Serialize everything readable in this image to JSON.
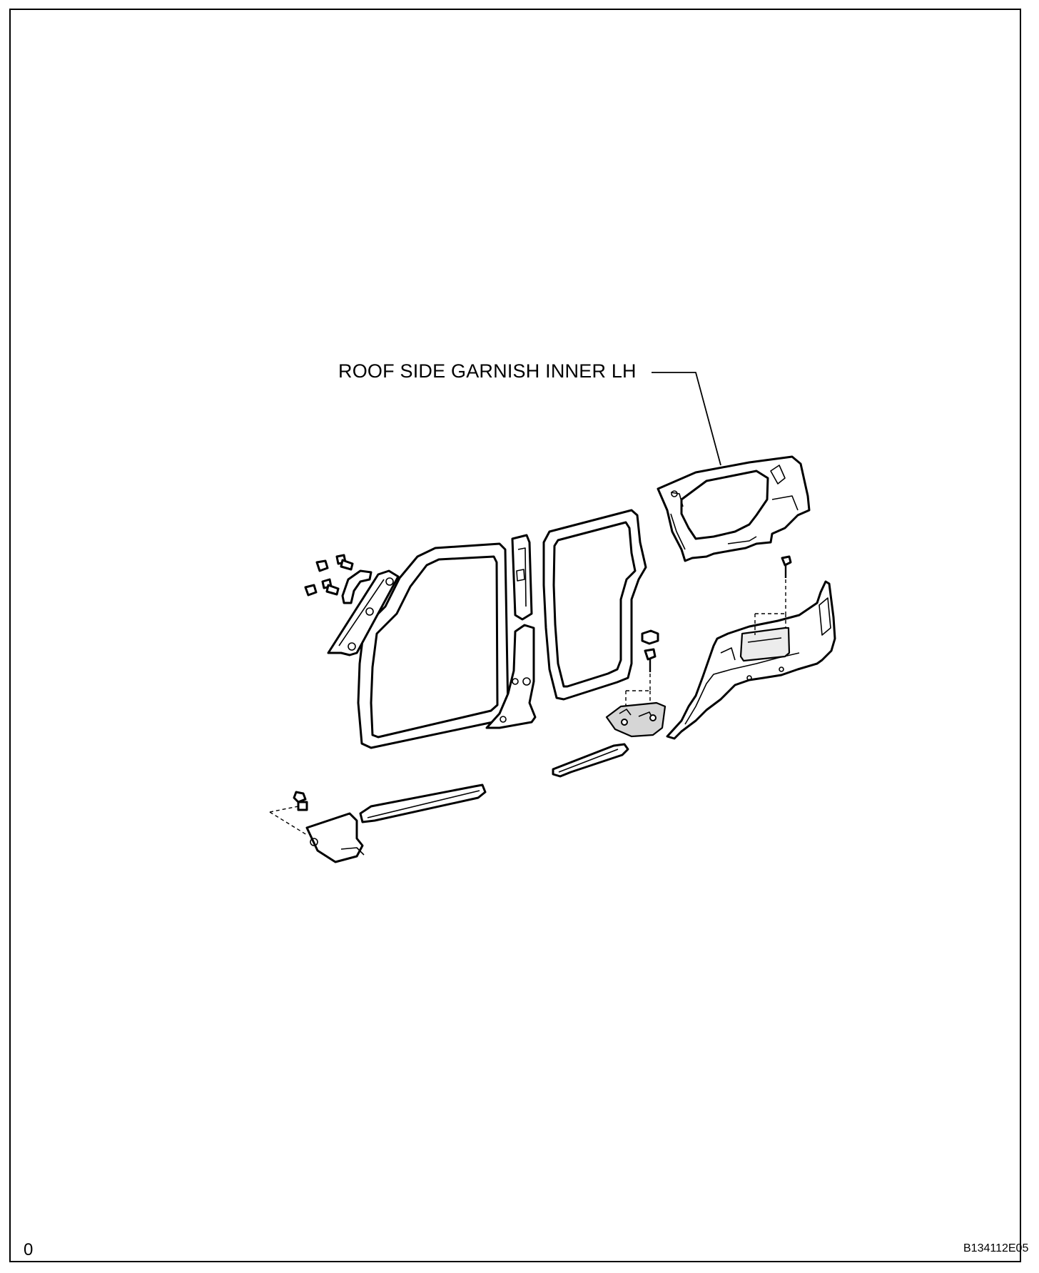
{
  "diagram": {
    "callout_label": "ROOF SIDE GARNISH INNER LH",
    "corner_mark": "0",
    "figure_id": "B134112E05"
  }
}
